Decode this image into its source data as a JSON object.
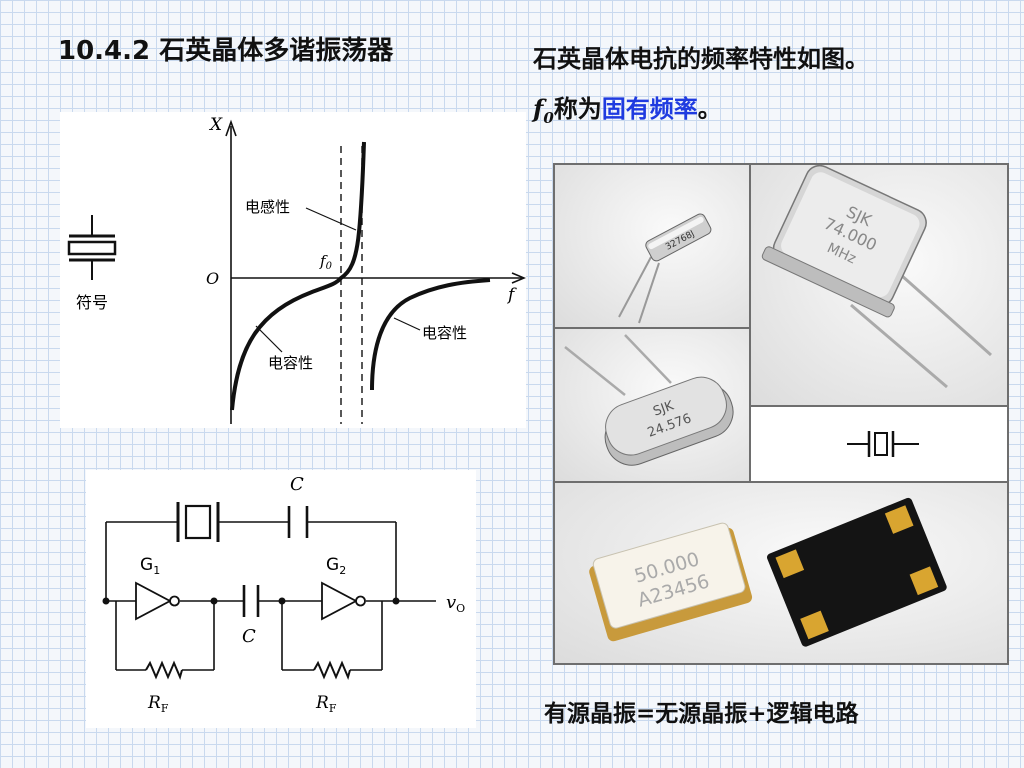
{
  "heading": {
    "number": "10.4.2",
    "title": "石英晶体多谐振荡器"
  },
  "description": {
    "line1": "石英晶体电抗的频率特性如图。",
    "f0_symbol": "f",
    "f0_sub": "0",
    "line2_mid": "称为",
    "highlight": "固有频率",
    "line2_end": "。"
  },
  "graph": {
    "y_axis": "X",
    "x_axis": "f",
    "origin": "O",
    "f0_label": "f",
    "f0_sub": "0",
    "inductive": "电感性",
    "capacitive_left": "电容性",
    "capacitive_right": "电容性",
    "symbol_label": "符号"
  },
  "circuit": {
    "cap_top": "C",
    "cap_mid": "C",
    "gate1": "G",
    "gate1_sub": "1",
    "gate2": "G",
    "gate2_sub": "2",
    "rf1": "R",
    "rf1_sub": "F",
    "rf2": "R",
    "rf2_sub": "F",
    "output": "v",
    "output_sub": "O"
  },
  "photos": {
    "can_marking": "32768J",
    "hc49u_line1": "SJK",
    "hc49u_line2": "74.000",
    "hc49u_line3": "MHz",
    "hc49s_line1": "SJK",
    "hc49s_line2": "24.576",
    "smd_line1": "50.000",
    "smd_line2": "A23456"
  },
  "caption": "有源晶振=无源晶振+逻辑电路"
}
